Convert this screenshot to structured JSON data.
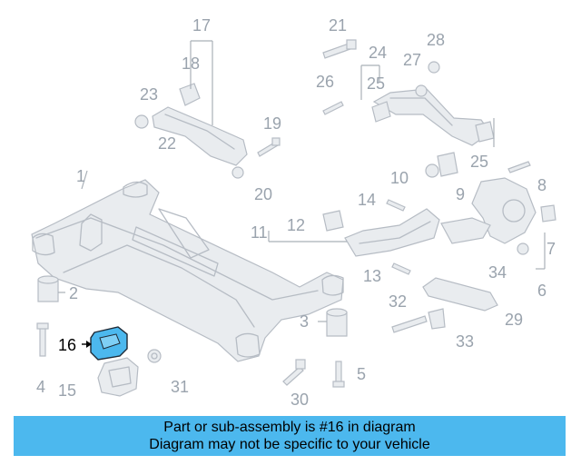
{
  "diagram": {
    "callouts": [
      "1",
      "2",
      "3",
      "4",
      "5",
      "6",
      "7",
      "8",
      "9",
      "10",
      "11",
      "12",
      "13",
      "14",
      "15",
      "16",
      "17",
      "18",
      "19",
      "20",
      "21",
      "22",
      "23",
      "24",
      "25",
      "25",
      "26",
      "27",
      "28",
      "29",
      "30",
      "31",
      "32",
      "33",
      "34"
    ],
    "highlighted_callout": "16",
    "highlight_color": "#4cb8ee"
  },
  "banner": {
    "line1": "Part or sub-assembly is #16 in diagram",
    "line2": "Diagram may not be specific to your vehicle",
    "background": "#4cb8ee"
  }
}
